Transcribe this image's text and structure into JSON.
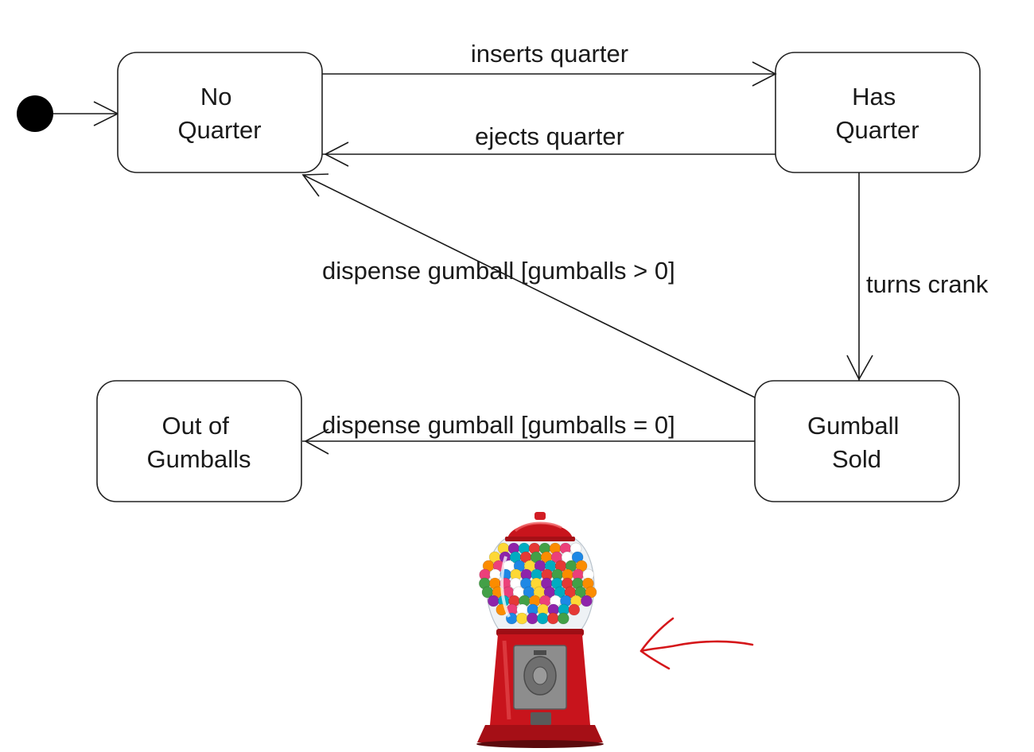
{
  "diagram": {
    "type": "state-machine",
    "initial_state": "no_quarter",
    "states": {
      "no_quarter": {
        "lines": [
          "No",
          "Quarter"
        ]
      },
      "has_quarter": {
        "lines": [
          "Has",
          "Quarter"
        ]
      },
      "gumball_sold": {
        "lines": [
          "Gumball",
          "Sold"
        ]
      },
      "out_of_gumballs": {
        "lines": [
          "Out of",
          "Gumballs"
        ]
      }
    },
    "transitions": {
      "inserts_quarter": {
        "from": "no_quarter",
        "to": "has_quarter",
        "label": "inserts quarter"
      },
      "ejects_quarter": {
        "from": "has_quarter",
        "to": "no_quarter",
        "label": "ejects quarter"
      },
      "turns_crank": {
        "from": "has_quarter",
        "to": "gumball_sold",
        "label": "turns crank"
      },
      "dispense_more": {
        "from": "gumball_sold",
        "to": "no_quarter",
        "label": "dispense gumball [gumballs > 0]"
      },
      "dispense_none": {
        "from": "gumball_sold",
        "to": "out_of_gumballs",
        "label": "dispense gumball [gumballs = 0]"
      }
    }
  },
  "illustration": {
    "subject": "gumball machine",
    "colors": {
      "body": "#c8141c",
      "globe": "#eef2f5",
      "metal": "#8d8d8d"
    },
    "gumball_colors": [
      "#e53935",
      "#1e88e5",
      "#43a047",
      "#fdd835",
      "#fb8c00",
      "#8e24aa",
      "#ec407a",
      "#00acc1",
      "#ffffff"
    ]
  },
  "annotation": {
    "kind": "hand-drawn arrow",
    "color": "#d5161a"
  }
}
